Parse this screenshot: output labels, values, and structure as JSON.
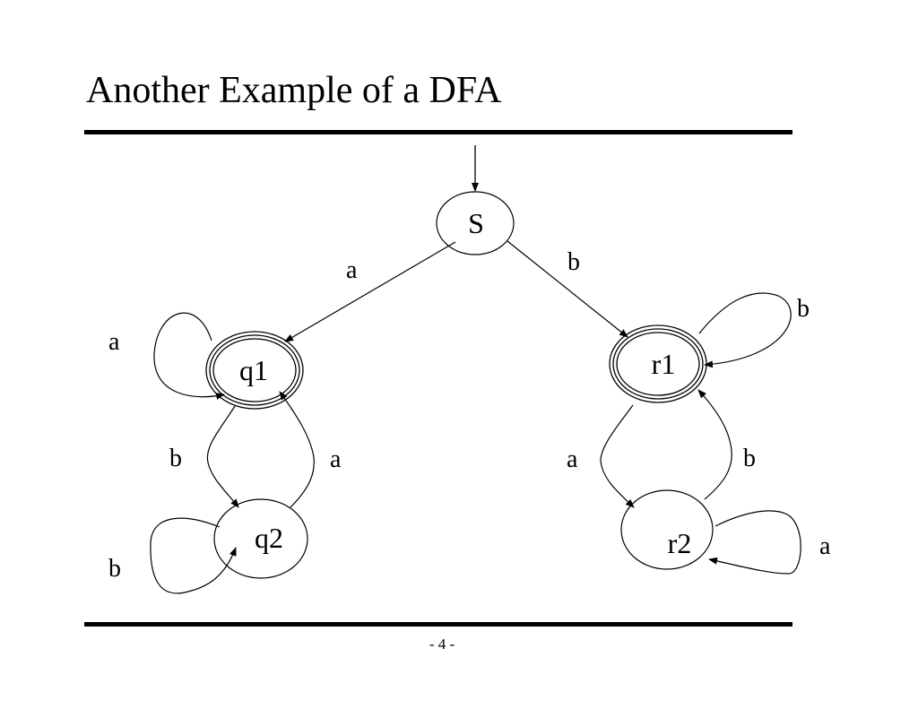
{
  "slide": {
    "title": "Another Example of a DFA",
    "page_number": "- 4 -"
  },
  "dfa": {
    "states": [
      {
        "id": "S",
        "label": "S",
        "start": true,
        "accepting": false
      },
      {
        "id": "q1",
        "label": "q1",
        "start": false,
        "accepting": true
      },
      {
        "id": "r1",
        "label": "r1",
        "start": false,
        "accepting": true
      },
      {
        "id": "q2",
        "label": "q2",
        "start": false,
        "accepting": false
      },
      {
        "id": "r2",
        "label": "r2",
        "start": false,
        "accepting": false
      }
    ],
    "transitions": [
      {
        "from": "S",
        "to": "q1",
        "label": "a"
      },
      {
        "from": "S",
        "to": "r1",
        "label": "b"
      },
      {
        "from": "q1",
        "to": "q1",
        "label": "a"
      },
      {
        "from": "q1",
        "to": "q2",
        "label": "b"
      },
      {
        "from": "q2",
        "to": "q1",
        "label": "a"
      },
      {
        "from": "q2",
        "to": "q2",
        "label": "b"
      },
      {
        "from": "r1",
        "to": "r1",
        "label": "b"
      },
      {
        "from": "r1",
        "to": "r2",
        "label": "a"
      },
      {
        "from": "r2",
        "to": "r1",
        "label": "b"
      },
      {
        "from": "r2",
        "to": "r2",
        "label": "a"
      }
    ]
  }
}
